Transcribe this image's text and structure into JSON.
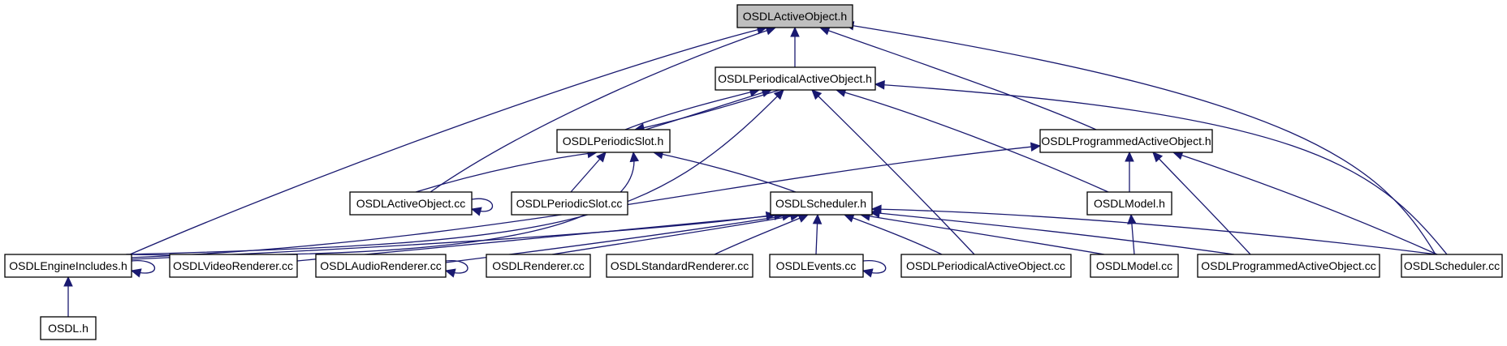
{
  "colors": {
    "edge": "#191970",
    "root_fill": "#bfbfbf",
    "node_fill": "#ffffff",
    "node_border": "#000000"
  },
  "nodes": {
    "activeobject_h": "OSDLActiveObject.h",
    "periodicalactiveobject_h": "OSDLPeriodicalActiveObject.h",
    "periodicslot_h": "OSDLPeriodicSlot.h",
    "programmedactiveobject_h": "OSDLProgrammedActiveObject.h",
    "activeobject_cc": "OSDLActiveObject.cc",
    "periodicslot_cc": "OSDLPeriodicSlot.cc",
    "scheduler_h": "OSDLScheduler.h",
    "model_h": "OSDLModel.h",
    "engineincludes_h": "OSDLEngineIncludes.h",
    "videorenderer_cc": "OSDLVideoRenderer.cc",
    "audiorenderer_cc": "OSDLAudioRenderer.cc",
    "renderer_cc": "OSDLRenderer.cc",
    "standardrenderer_cc": "OSDLStandardRenderer.cc",
    "events_cc": "OSDLEvents.cc",
    "periodicalactiveobject_cc": "OSDLPeriodicalActiveObject.cc",
    "model_cc": "OSDLModel.cc",
    "programmedactiveobject_cc": "OSDLProgrammedActiveObject.cc",
    "scheduler_cc": "OSDLScheduler.cc",
    "osdl_h": "OSDL.h"
  }
}
